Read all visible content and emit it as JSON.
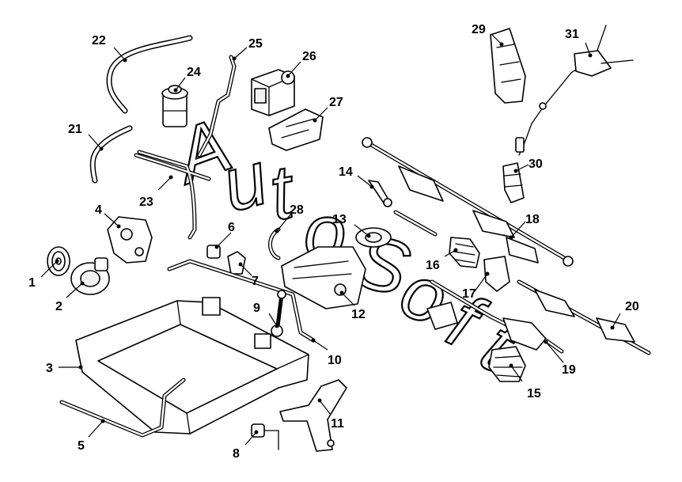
{
  "watermark": {
    "letters": [
      "A",
      "u",
      "t",
      "o",
      "S",
      "o",
      "f",
      "t"
    ]
  },
  "callouts": [
    {
      "id": "1",
      "label": "1"
    },
    {
      "id": "2",
      "label": "2"
    },
    {
      "id": "3",
      "label": "3"
    },
    {
      "id": "4",
      "label": "4"
    },
    {
      "id": "5",
      "label": "5"
    },
    {
      "id": "6",
      "label": "6"
    },
    {
      "id": "7",
      "label": "7"
    },
    {
      "id": "8",
      "label": "8"
    },
    {
      "id": "9",
      "label": "9"
    },
    {
      "id": "10",
      "label": "10"
    },
    {
      "id": "11",
      "label": "11"
    },
    {
      "id": "12",
      "label": "12"
    },
    {
      "id": "13",
      "label": "13"
    },
    {
      "id": "14",
      "label": "14"
    },
    {
      "id": "15",
      "label": "15"
    },
    {
      "id": "16",
      "label": "16"
    },
    {
      "id": "17",
      "label": "17"
    },
    {
      "id": "18",
      "label": "18"
    },
    {
      "id": "19",
      "label": "19"
    },
    {
      "id": "20",
      "label": "20"
    },
    {
      "id": "21",
      "label": "21"
    },
    {
      "id": "22",
      "label": "22"
    },
    {
      "id": "23",
      "label": "23"
    },
    {
      "id": "24",
      "label": "24"
    },
    {
      "id": "25",
      "label": "25"
    },
    {
      "id": "26",
      "label": "26"
    },
    {
      "id": "27",
      "label": "27"
    },
    {
      "id": "28",
      "label": "28"
    },
    {
      "id": "29",
      "label": "29"
    },
    {
      "id": "30",
      "label": "30"
    },
    {
      "id": "31",
      "label": "31"
    }
  ]
}
